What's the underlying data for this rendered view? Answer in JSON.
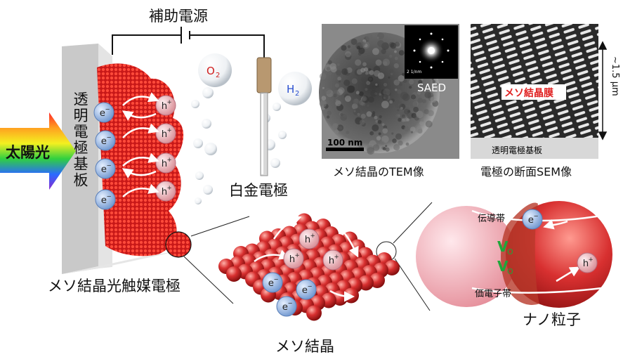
{
  "labels": {
    "aux_power": "補助電源",
    "o2_main": "O",
    "o2_sub": "2",
    "h2_main": "H",
    "h2_sub": "2",
    "sunlight": "太陽光",
    "transparent_electrode_substrate": "透明電極基板",
    "platinum_electrode": "白金電極",
    "meso_photocatalyst_electrode": "メソ結晶光触媒電極",
    "mesocrystal": "メソ結晶",
    "nanoparticle": "ナノ粒子",
    "conduction_band": "伝導帯",
    "valence_band": "価電子帯",
    "oxygen_vacancy_main": "V",
    "oxygen_vacancy_sub": "O",
    "electron": "e",
    "electron_sup": "−",
    "hole": "h",
    "hole_sup": "+"
  },
  "tem_panel": {
    "caption": "メソ結晶のTEM像",
    "scale_bar": "100 nm",
    "inset": "SAED",
    "inset_scale": "2 1/nm"
  },
  "sem_panel": {
    "caption": "電極の断面SEM像",
    "film_label": "メソ結晶膜",
    "substrate_label": "透明電極基板",
    "thickness": "~1.5 μm"
  },
  "colors": {
    "crystal_red": "#d42222",
    "electron_blue": "#8fb4e0",
    "hole_pink": "#e8a8ae",
    "film_label_red": "#e02020",
    "h2_blue": "#2a4fd0",
    "o2_red": "#d02020",
    "vo_green": "#1fa63a"
  }
}
